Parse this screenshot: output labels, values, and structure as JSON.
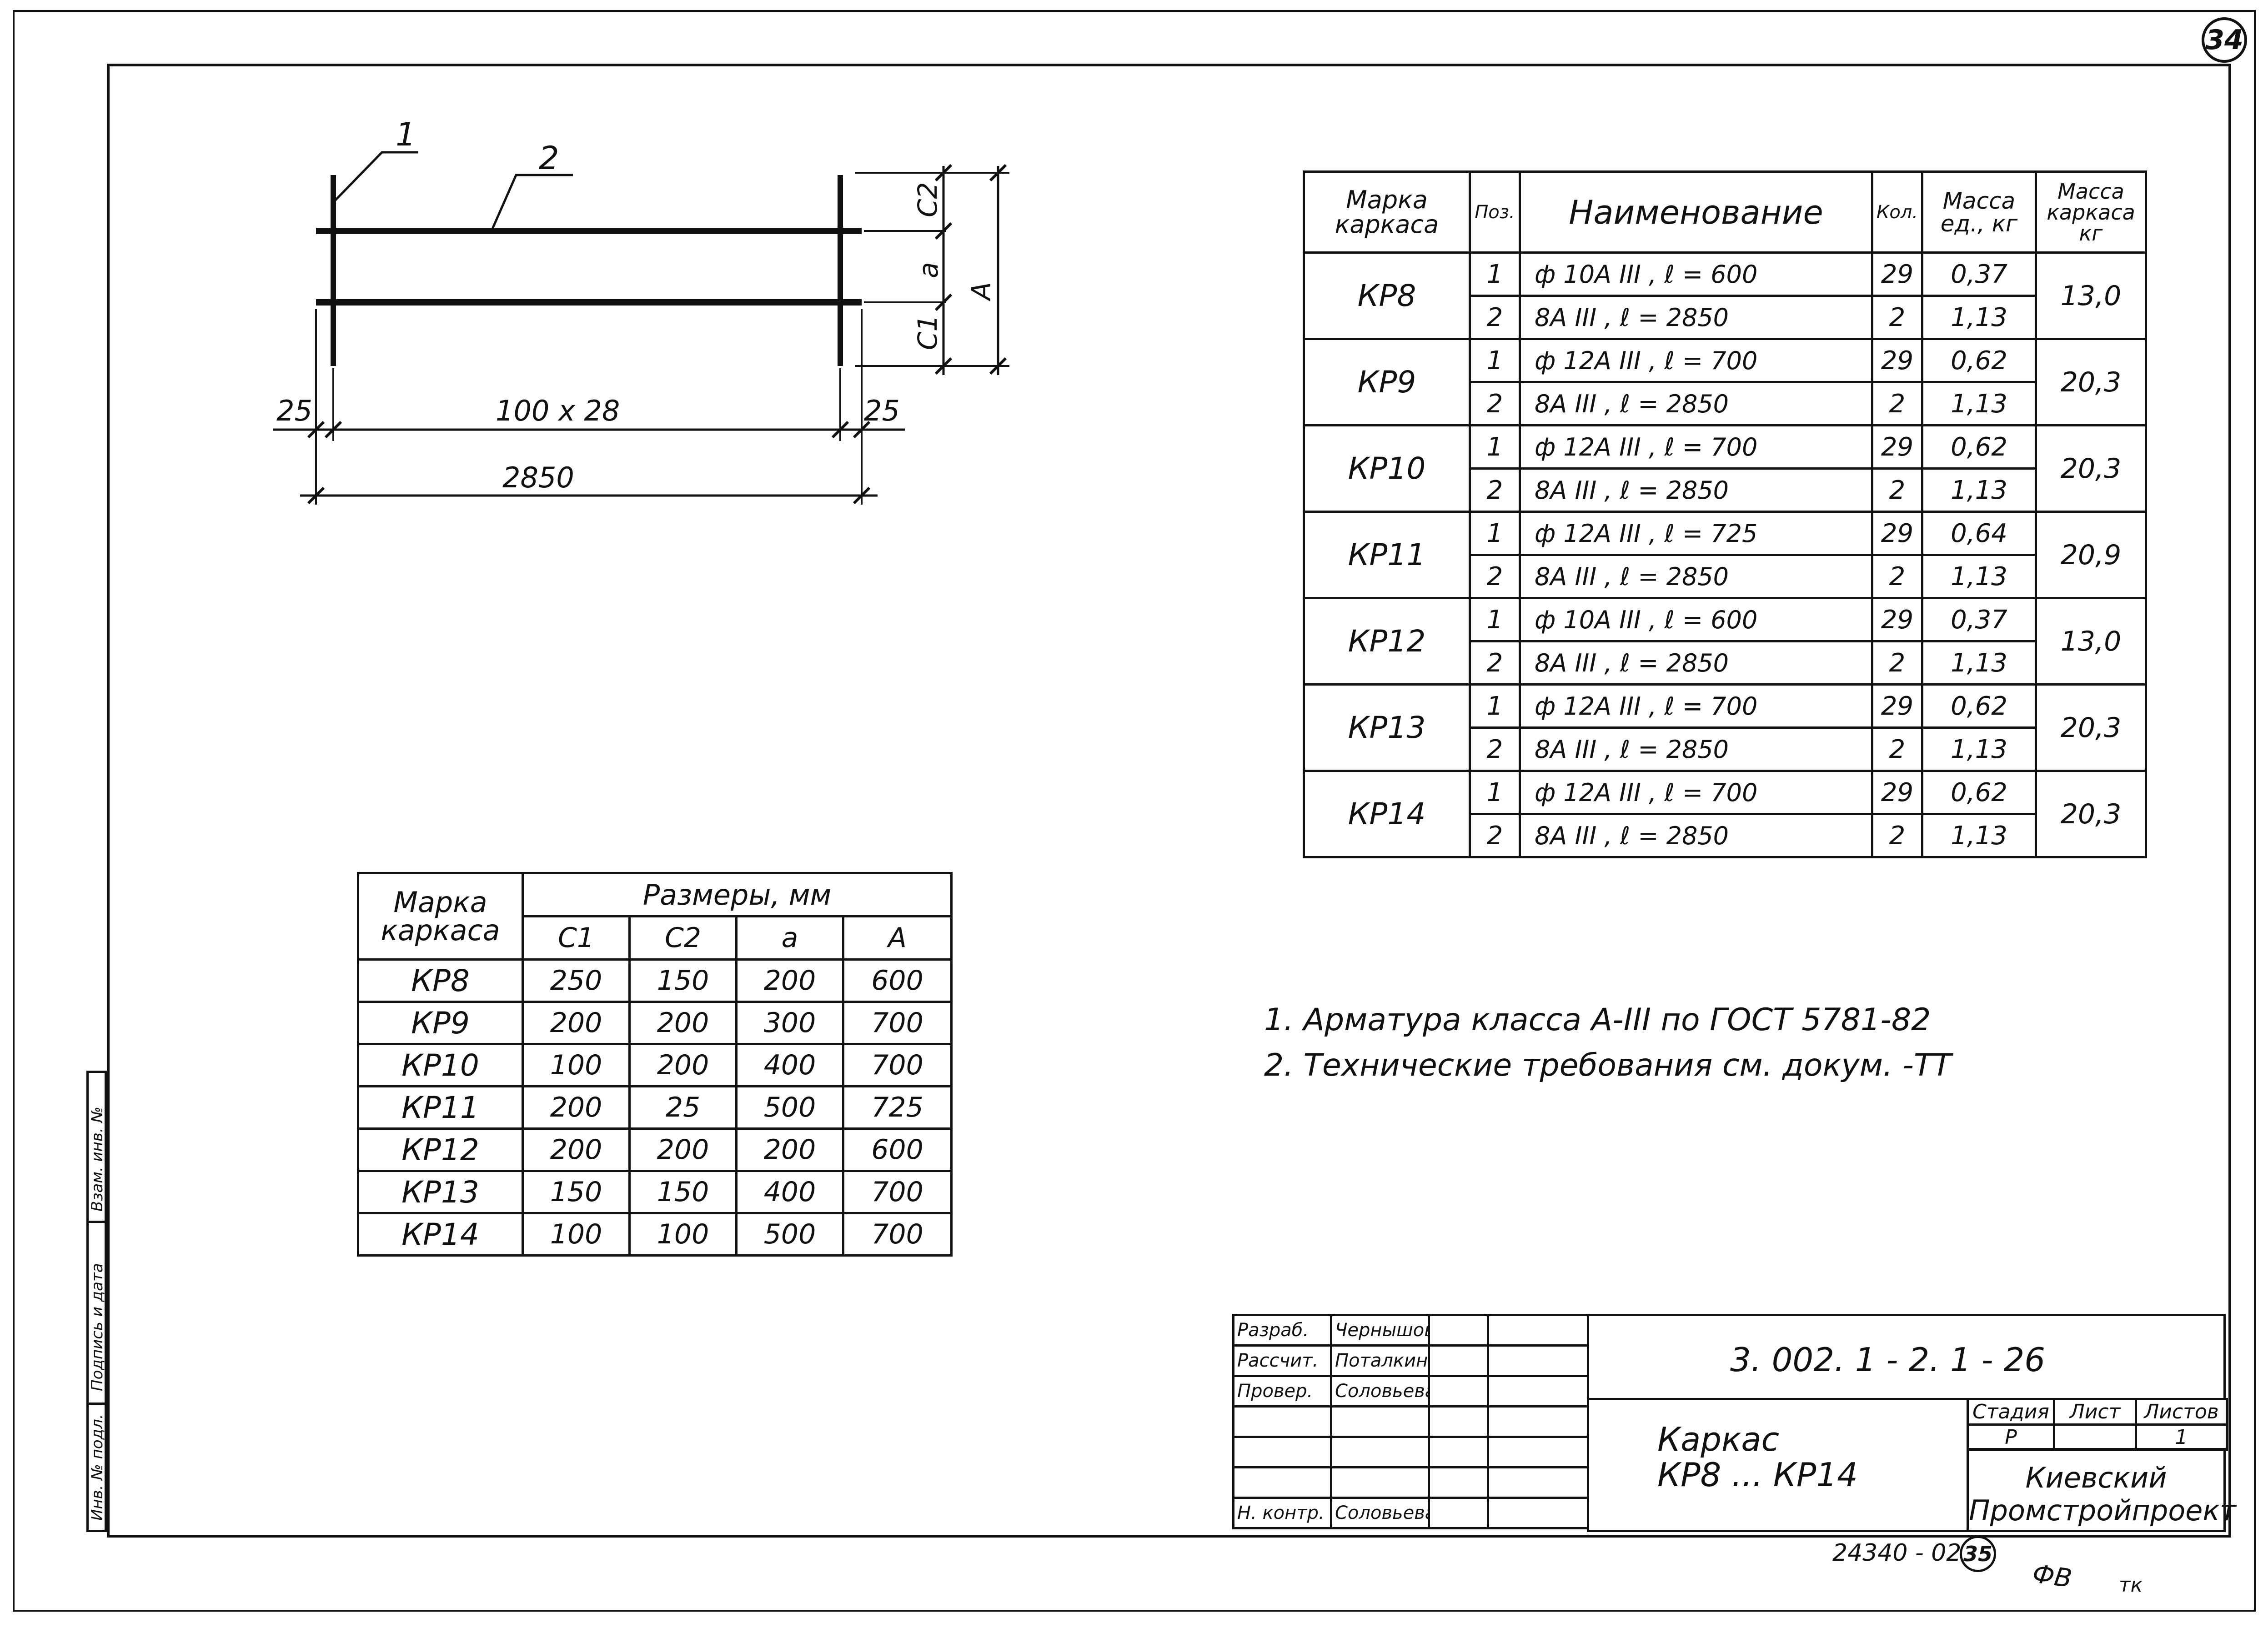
{
  "sheet_number": "34",
  "next_sheet_number": "35",
  "archive_number": "24340 - 02",
  "stamp_marks": [
    "ФВ",
    "тк"
  ],
  "drawing": {
    "leader_1": "1",
    "leader_2": "2",
    "dim_left_25": "25",
    "dim_spacing": "100 x 28",
    "dim_right_25": "25",
    "dim_total": "2850",
    "dim_c2": "C2",
    "dim_a": "a",
    "dim_c1": "C1",
    "dim_A": "A"
  },
  "spec_table": {
    "headers": {
      "mark": "Марка каркаса",
      "pos": "Поз.",
      "name": "Наименование",
      "qty": "Кол.",
      "unit_mass": "Масса ед., кг",
      "frame_mass": "Масса каркаса кг"
    },
    "groups": [
      {
        "mark": "КР8",
        "frame_mass": "13,0",
        "rows": [
          {
            "pos": "1",
            "name": "ф 10А III , ℓ = 600",
            "qty": "29",
            "mass": "0,37"
          },
          {
            "pos": "2",
            "name": "8А III , ℓ = 2850",
            "qty": "2",
            "mass": "1,13"
          }
        ]
      },
      {
        "mark": "КР9",
        "frame_mass": "20,3",
        "rows": [
          {
            "pos": "1",
            "name": "ф 12А III , ℓ = 700",
            "qty": "29",
            "mass": "0,62"
          },
          {
            "pos": "2",
            "name": "8А III , ℓ = 2850",
            "qty": "2",
            "mass": "1,13"
          }
        ]
      },
      {
        "mark": "КР10",
        "frame_mass": "20,3",
        "rows": [
          {
            "pos": "1",
            "name": "ф 12А III , ℓ = 700",
            "qty": "29",
            "mass": "0,62"
          },
          {
            "pos": "2",
            "name": "8А III , ℓ = 2850",
            "qty": "2",
            "mass": "1,13"
          }
        ]
      },
      {
        "mark": "КР11",
        "frame_mass": "20,9",
        "rows": [
          {
            "pos": "1",
            "name": "ф 12А III , ℓ = 725",
            "qty": "29",
            "mass": "0,64"
          },
          {
            "pos": "2",
            "name": "8А III , ℓ = 2850",
            "qty": "2",
            "mass": "1,13"
          }
        ]
      },
      {
        "mark": "КР12",
        "frame_mass": "13,0",
        "rows": [
          {
            "pos": "1",
            "name": "ф 10А III , ℓ = 600",
            "qty": "29",
            "mass": "0,37"
          },
          {
            "pos": "2",
            "name": "8А III , ℓ = 2850",
            "qty": "2",
            "mass": "1,13"
          }
        ]
      },
      {
        "mark": "КР13",
        "frame_mass": "20,3",
        "rows": [
          {
            "pos": "1",
            "name": "ф 12А III , ℓ = 700",
            "qty": "29",
            "mass": "0,62"
          },
          {
            "pos": "2",
            "name": "8А III , ℓ = 2850",
            "qty": "2",
            "mass": "1,13"
          }
        ]
      },
      {
        "mark": "КР14",
        "frame_mass": "20,3",
        "rows": [
          {
            "pos": "1",
            "name": "ф 12А III , ℓ = 700",
            "qty": "29",
            "mass": "0,62"
          },
          {
            "pos": "2",
            "name": "8А III , ℓ = 2850",
            "qty": "2",
            "mass": "1,13"
          }
        ]
      }
    ]
  },
  "dims_table": {
    "headers": {
      "mark": "Марка каркаса",
      "group": "Размеры, мм",
      "c1": "C1",
      "c2": "C2",
      "a": "a",
      "A": "A"
    },
    "rows": [
      {
        "mark": "КР8",
        "c1": "250",
        "c2": "150",
        "a": "200",
        "A": "600"
      },
      {
        "mark": "КР9",
        "c1": "200",
        "c2": "200",
        "a": "300",
        "A": "700"
      },
      {
        "mark": "КР10",
        "c1": "100",
        "c2": "200",
        "a": "400",
        "A": "700"
      },
      {
        "mark": "КР11",
        "c1": "200",
        "c2": "25",
        "a": "500",
        "A": "725"
      },
      {
        "mark": "КР12",
        "c1": "200",
        "c2": "200",
        "a": "200",
        "A": "600"
      },
      {
        "mark": "КР13",
        "c1": "150",
        "c2": "150",
        "a": "400",
        "A": "700"
      },
      {
        "mark": "КР14",
        "c1": "100",
        "c2": "100",
        "a": "500",
        "A": "700"
      }
    ]
  },
  "notes": [
    "1. Арматура класса А-III по ГОСТ 5781-82",
    "2. Технические требования см. докум. -ТТ"
  ],
  "side_stamp": [
    "Инв. № подл.",
    "Подпись и дата",
    "Взам. инв. №"
  ],
  "title_block": {
    "roles": [
      {
        "role": "Разраб.",
        "name": "Чернышова"
      },
      {
        "role": "Рассчит.",
        "name": "Поталкин"
      },
      {
        "role": "Провер.",
        "name": "Соловьева"
      },
      {
        "role": "",
        "name": ""
      },
      {
        "role": "",
        "name": ""
      },
      {
        "role": "",
        "name": ""
      },
      {
        "role": "Н. контр.",
        "name": "Соловьева"
      }
    ],
    "doc_code": "3. 002. 1 - 2. 1 - 26",
    "title_line1": "Каркас",
    "title_line2": "КР8 ... КР14",
    "stage_label": "Стадия",
    "sheet_label": "Лист",
    "sheets_label": "Листов",
    "stage": "Р",
    "sheet": "",
    "sheets": "1",
    "organization_line1": "Киевский",
    "organization_line2": "Промстройпроект"
  }
}
